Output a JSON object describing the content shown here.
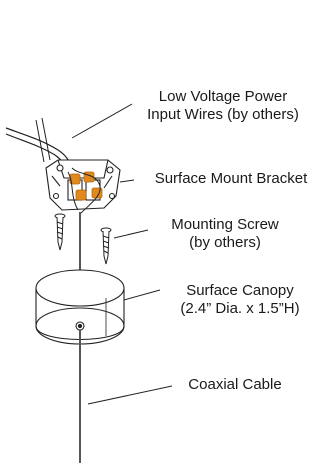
{
  "labels": {
    "power_wires": {
      "line1": "Low Voltage Power",
      "line2": "Input Wires (by others)"
    },
    "bracket": {
      "line1": "Surface Mount Bracket"
    },
    "screw": {
      "line1": "Mounting Screw",
      "line2": "(by others)"
    },
    "canopy": {
      "line1": "Surface Canopy",
      "line2": "(2.4” Dia. x 1.5”H)"
    },
    "coax": {
      "line1": "Coaxial Cable"
    }
  },
  "colors": {
    "line": "#222222",
    "wire_accent": "#e08a1e",
    "cable": "#555555"
  }
}
